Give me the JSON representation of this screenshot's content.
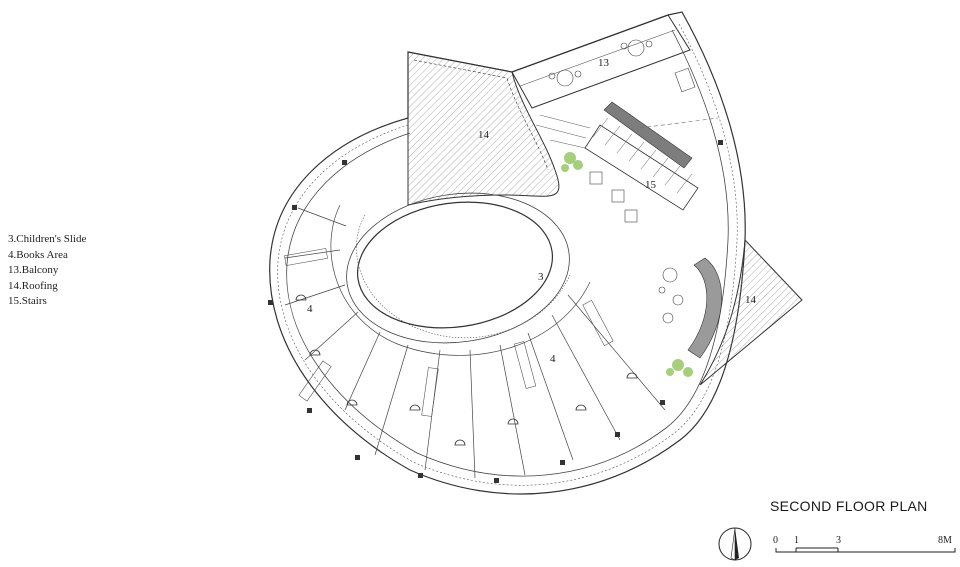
{
  "legend": [
    "3.Children's Slide",
    "4.Books Area",
    "13.Balcony",
    "14.Roofing",
    "15.Stairs"
  ],
  "title": "SECOND FLOOR PLAN",
  "labels": {
    "slide": "3",
    "books_left": "4",
    "books_center": "4",
    "balcony": "13",
    "roof_top": "14",
    "roof_right": "14",
    "stairs": "15"
  },
  "scale_bar": {
    "ticks": [
      "0",
      "1",
      "3",
      "8M"
    ]
  },
  "colors": {
    "line": "#333333",
    "hatch": "#8a8a8a",
    "plants": "#a6cf7a",
    "stair_fill": "#7d7d7d"
  }
}
